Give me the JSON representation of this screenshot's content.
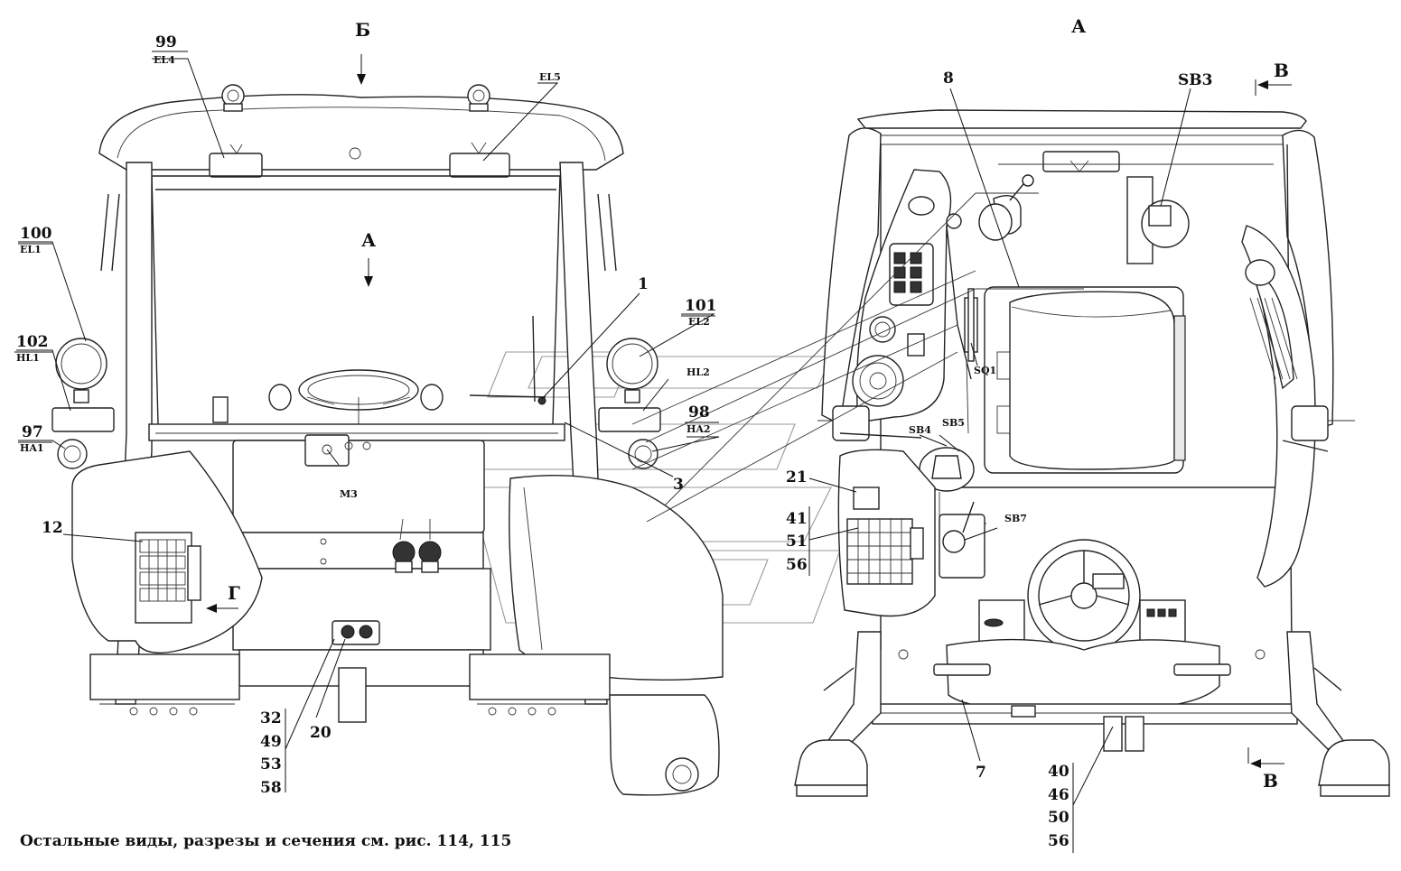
{
  "view_labels": {
    "b_top": "Б",
    "a_arrow": "А",
    "a_right_title": "А",
    "v_top": "В",
    "v_bottom": "В",
    "g_arrow": "Г"
  },
  "callouts": {
    "c99": {
      "num": "99",
      "code": "EL4"
    },
    "el5": "EL5",
    "c100": {
      "num": "100",
      "code": "EL1"
    },
    "c102": {
      "num": "102",
      "code": "HL1"
    },
    "c97": {
      "num": "97",
      "code": "HA1"
    },
    "c101": {
      "num": "101",
      "code": "EL2"
    },
    "hl2": "HL2",
    "c98": {
      "num": "98",
      "code": "HA2"
    },
    "c1": "1",
    "c3": "3",
    "m3": "M3",
    "c12": "12",
    "c20": "20",
    "group_left": [
      "32",
      "49",
      "53",
      "58"
    ],
    "c8": "8",
    "sb3": "SB3",
    "sq1": "SQ1",
    "sb4": "SB4",
    "sb5": "SB5",
    "sb7": "SB7",
    "c21": "21",
    "group_mid": [
      "41",
      "51",
      "56"
    ],
    "c7": "7",
    "group_right": [
      "40",
      "46",
      "50",
      "56"
    ]
  },
  "caption": "Остальные виды, разрезы и сечения см. рис. 114, 115"
}
